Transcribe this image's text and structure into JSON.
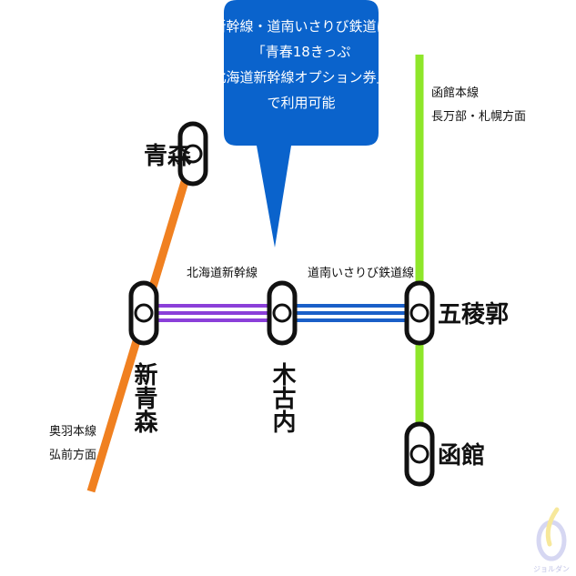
{
  "callout": {
    "lines": [
      "新幹線・道南いさりび鉄道は",
      "「青春18きっぷ",
      "北海道新幹線オプション券」",
      "で利用可能"
    ],
    "color": "#0a63cc"
  },
  "lines": {
    "shinkansen": {
      "label": "北海道新幹線",
      "color": "#8b3fd9"
    },
    "isaribi": {
      "label": "道南いさりび鉄道線",
      "color": "#1a5fc8"
    },
    "hakodate_main": {
      "label_line1": "函館本線",
      "label_line2": "長万部・札幌方面",
      "color": "#8ee62a"
    },
    "ou_main": {
      "label_line1": "奥羽本線",
      "label_line2": "弘前方面",
      "color": "#f08020"
    }
  },
  "stations": {
    "aomori": "青森",
    "shin_aomori": "新青森",
    "kikonai": "木古内",
    "goryokaku": "五稜郭",
    "hakodate": "函館"
  },
  "watermark": {
    "text": "ジョルダン"
  }
}
